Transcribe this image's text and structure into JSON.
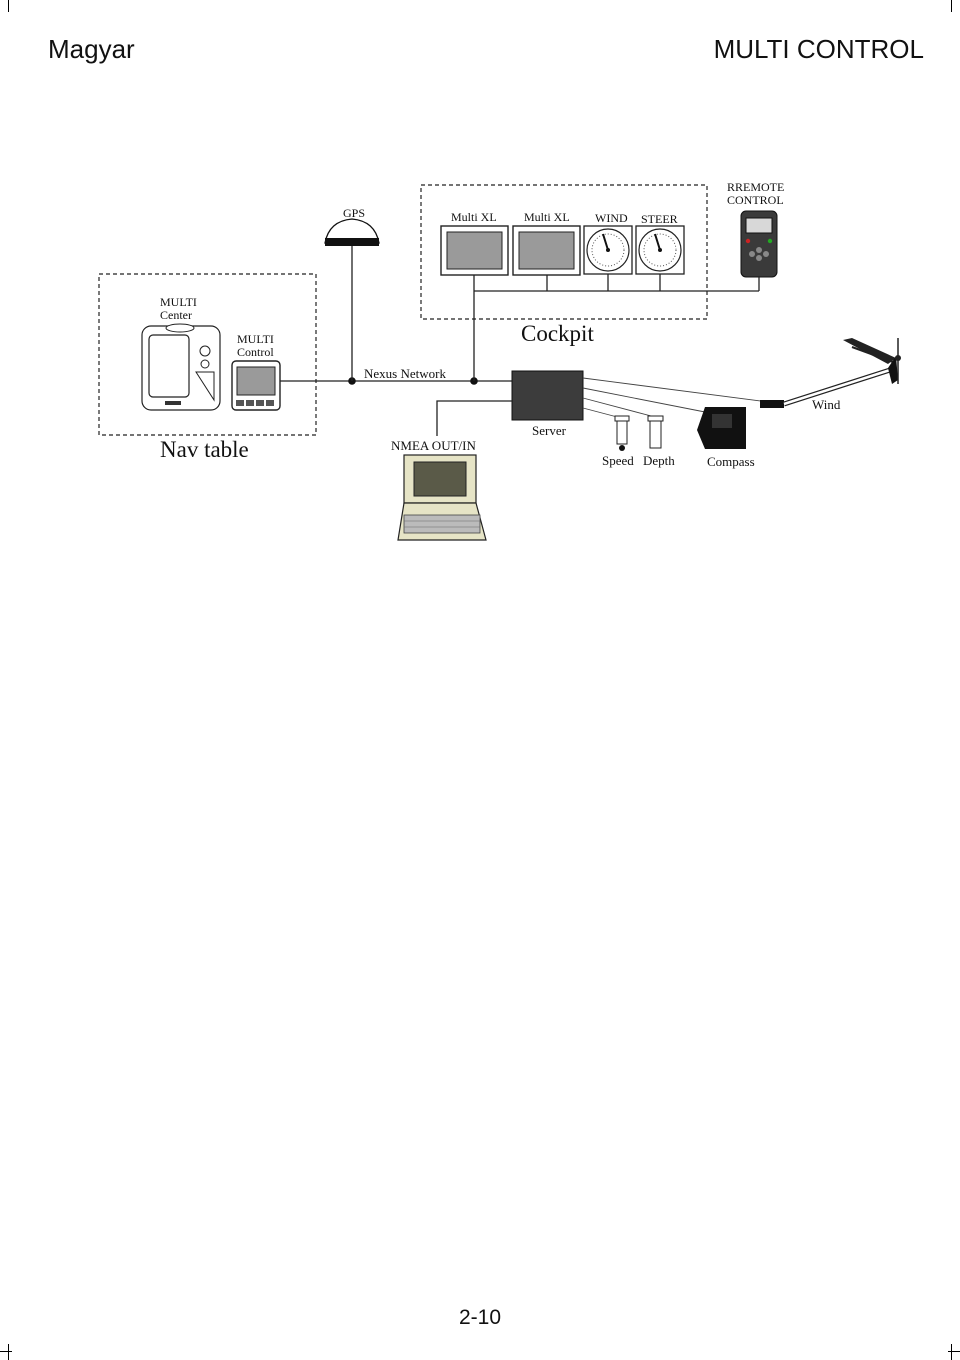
{
  "header": {
    "left": "Magyar",
    "right": "MULTI CONTROL"
  },
  "footer": {
    "page_number": "2-10"
  },
  "diagram": {
    "gps": "GPS",
    "multi_center_line1": "MULTI",
    "multi_center_line2": "Center",
    "multi_control_line1": "MULTI",
    "multi_control_line2": "Control",
    "nav_table": "Nav table",
    "multi_xl_1": "Multi XL",
    "multi_xl_2": "Multi XL",
    "wind_instrument": "WIND",
    "steer_instrument": "STEER",
    "remote_line1": "RREMOTE",
    "remote_line2": "CONTROL",
    "cockpit": "Cockpit",
    "nexus_network": "Nexus Network",
    "nmea": "NMEA OUT/IN",
    "server": "Server",
    "speed": "Speed",
    "depth": "Depth",
    "compass": "Compass",
    "wind_sensor": "Wind"
  }
}
